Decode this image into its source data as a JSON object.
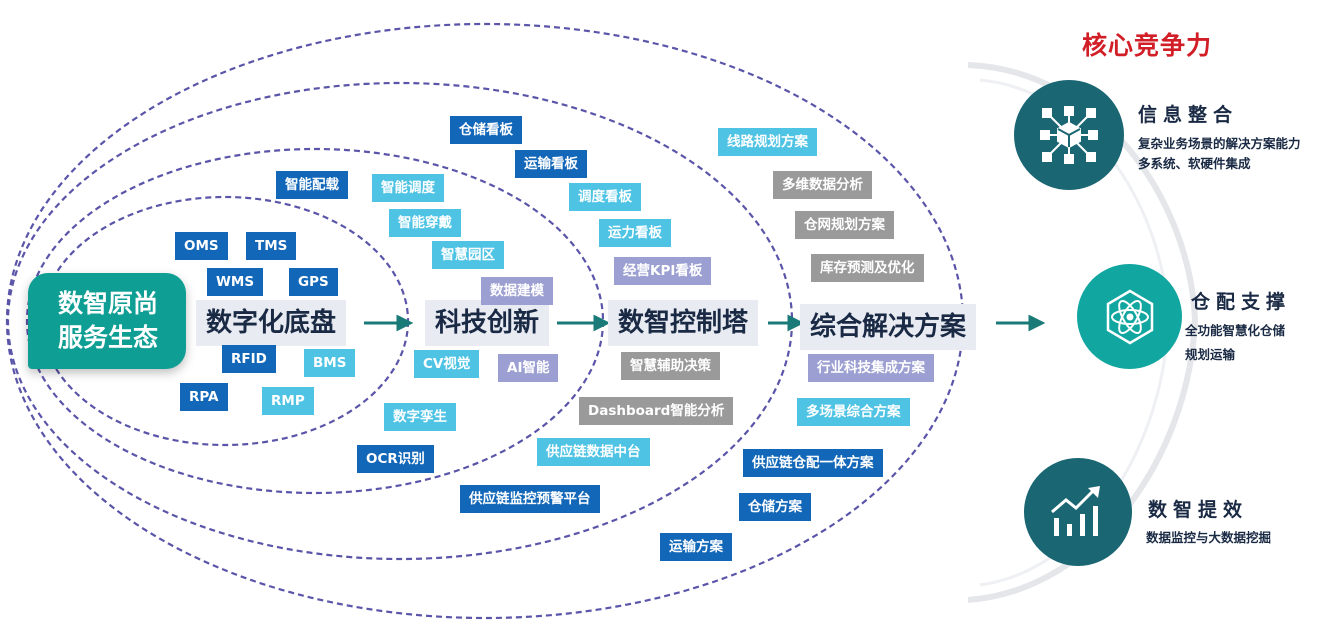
{
  "core": {
    "line1": "数智原尚",
    "line2": "服务生态"
  },
  "stages": {
    "digital_base": "数字化底盘",
    "tech_innovation": "科技创新",
    "control_tower": "数智控制塔",
    "solutions": "综合解决方案"
  },
  "digital_base_tags": [
    "OMS",
    "TMS",
    "WMS",
    "GPS",
    "RFID",
    "BMS",
    "RPA",
    "RMP"
  ],
  "tech_tags": [
    "智能配载",
    "智能调度",
    "智能穿戴",
    "智慧园区",
    "数据建模",
    "CV视觉",
    "AI智能",
    "数字孪生",
    "OCR识别"
  ],
  "control_tower_tags": [
    "仓储看板",
    "运输看板",
    "调度看板",
    "运力看板",
    "经营KPI看板",
    "智慧辅助决策",
    "Dashboard智能分析",
    "供应链数据中台",
    "供应链监控预警平台"
  ],
  "solution_tags": [
    "线路规划方案",
    "多维数据分析",
    "仓网规划方案",
    "库存预测及优化",
    "行业科技集成方案",
    "多场景综合方案",
    "供应链仓配一体方案",
    "仓储方案",
    "运输方案"
  ],
  "core_competitiveness": {
    "title": "核心竞争力",
    "items": [
      {
        "title": "信息整合",
        "desc1": "复杂业务场景的解决方案能力",
        "desc2": "多系统、软硬件集成",
        "icon": "cube-network-icon"
      },
      {
        "title": "仓配支撑",
        "desc1": "全功能智慧化仓储",
        "desc2": "规划运输",
        "icon": "atom-icon"
      },
      {
        "title": "数智提效",
        "desc1": "数据监控与大数据挖掘",
        "icon": "growth-chart-icon"
      }
    ]
  },
  "colors": {
    "dark_blue": "#1267b8",
    "light_blue": "#4fc3e4",
    "purple": "#9c9fd1",
    "gray": "#9a9a9a",
    "teal": "#0e9e93",
    "dark_teal": "#1a6673",
    "red": "#d21f27",
    "ellipse": "#5a55a8"
  }
}
